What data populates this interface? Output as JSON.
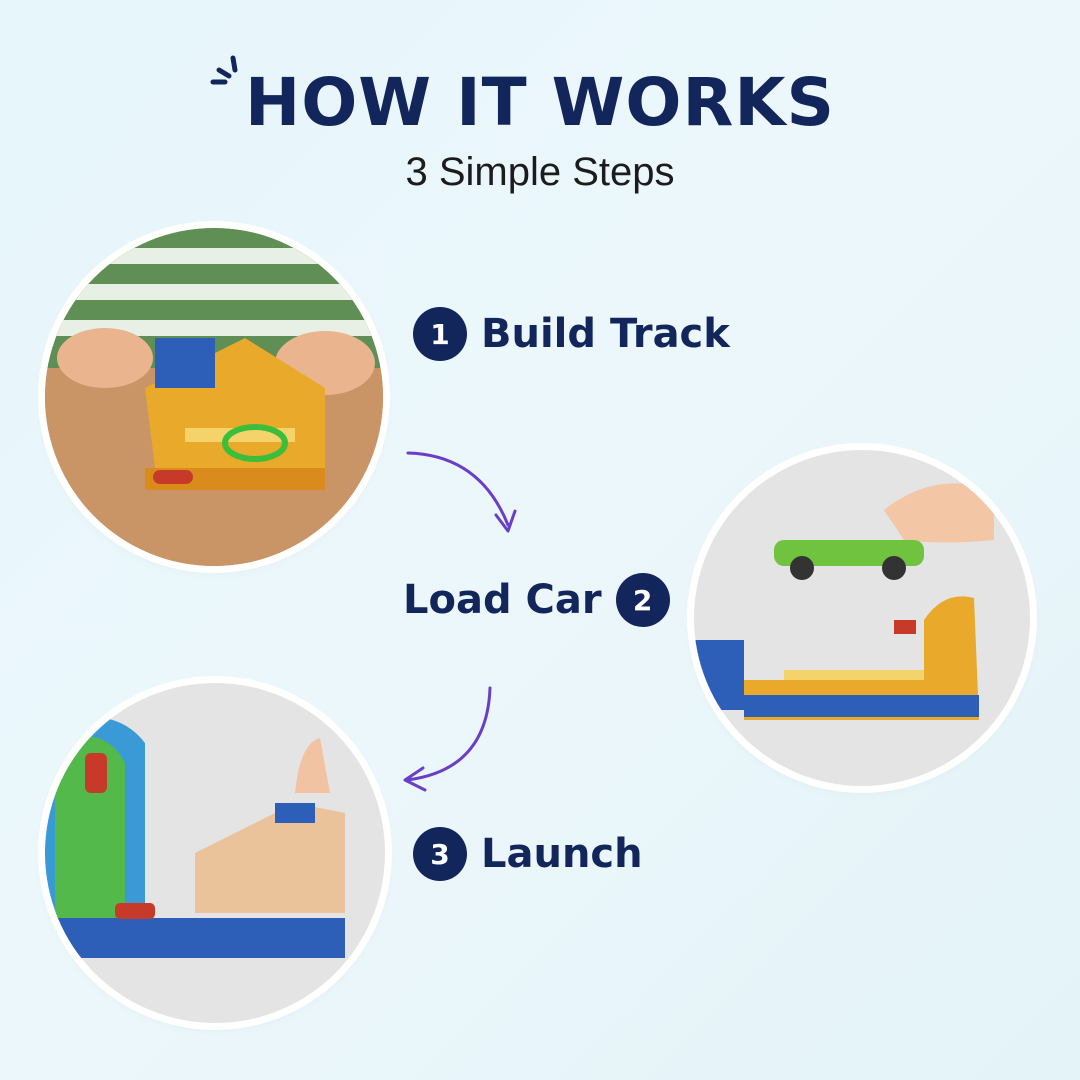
{
  "header": {
    "title": "HOW IT WORKS",
    "subtitle": "3 Simple Steps"
  },
  "steps": [
    {
      "number": "1",
      "label": "Build Track"
    },
    {
      "number": "2",
      "label": "Load Car"
    },
    {
      "number": "3",
      "label": "Launch"
    }
  ],
  "colors": {
    "navy": "#12265c",
    "arrow": "#6a3fc8",
    "background": "#e6f6fb"
  }
}
